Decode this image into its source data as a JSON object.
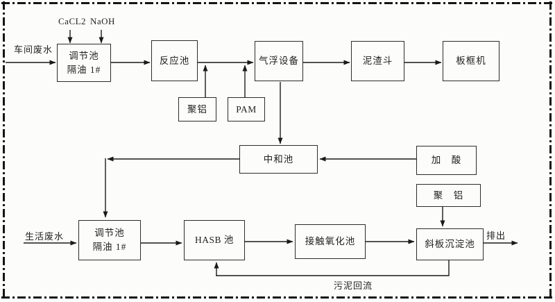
{
  "nodes": {
    "adjust_tank_1": {
      "line1": "调节池",
      "line2": "隔油 1#"
    },
    "reaction_tank": {
      "label": "反应池"
    },
    "air_flotation": {
      "label": "气浮设备"
    },
    "sludge_hopper": {
      "label": "泥渣斗"
    },
    "plate_frame_press": {
      "label": "板框机"
    },
    "poly_aluminum_dose": {
      "label": "聚铝"
    },
    "pam_dose": {
      "label": "PAM"
    },
    "neutralization": {
      "label": "中和池"
    },
    "acid_dose": {
      "label": "加　酸"
    },
    "poly_aluminum_dose2": {
      "label": "聚　铝"
    },
    "adjust_tank_2": {
      "line1": "调节池",
      "line2": "隔油 1#"
    },
    "hasb_tank": {
      "label": "HASB 池"
    },
    "contact_oxidation": {
      "label": "接触氧化池"
    },
    "inclined_settler": {
      "label": "斜板沉淀池"
    }
  },
  "labels": {
    "workshop_wastewater": "车间废水",
    "cacl2": "CaCL2",
    "naoh": "NaOH",
    "domestic_wastewater": "生活废水",
    "discharge": "排出",
    "sludge_return": "污泥回流"
  },
  "colors": {
    "line": "#1a1a1a",
    "box_border": "#2b2b2b",
    "background": "#fcfcfa",
    "page_border": "#141414"
  }
}
